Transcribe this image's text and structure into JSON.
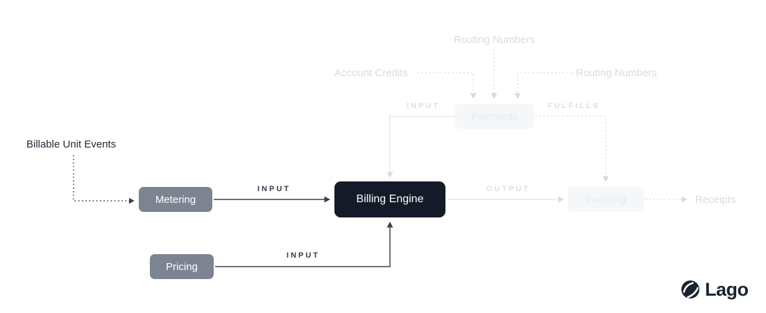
{
  "colors": {
    "node-gray": "#7c8492",
    "node-dark": "#141a28",
    "faded-box-bg": "#f6f7f8",
    "faded-box-text": "#e6e9ed",
    "faded-text": "#d8dbe0",
    "active-line": "#3a404c",
    "faded-line": "#e5e7ea",
    "label-active": "#333a45",
    "label-faded": "#dcdfe4",
    "text-dark": "#222835",
    "page-bg": "#ffffff"
  },
  "diagram": {
    "nodes": {
      "metering": {
        "label": "Metering",
        "state": "active"
      },
      "billing_engine": {
        "label": "Billing Engine",
        "state": "active"
      },
      "pricing": {
        "label": "Pricing",
        "state": "active"
      },
      "payments": {
        "label": "Payments",
        "state": "faded"
      },
      "invoicing": {
        "label": "Invoicing",
        "state": "faded"
      }
    },
    "labels": {
      "billable_unit_events": "Billable Unit Events",
      "routing_numbers_top": "Routing Numbers",
      "account_credits": "Account Credits",
      "routing_numbers_right": "Routing Numbers",
      "receipts": "Receipts",
      "input_metering": "INPUT",
      "input_pricing": "INPUT",
      "input_payments": "INPUT",
      "fulfills": "FULFILLS",
      "output": "OUTPUT"
    },
    "edges": [
      "billable-unit-events -> metering (dotted, active)",
      "metering -> billing-engine (solid, active, INPUT)",
      "pricing -> billing-engine (solid, active, INPUT)",
      "routing-numbers-top -> payments (dotted, faded)",
      "account-credits -> payments (dotted, faded)",
      "routing-numbers-right -> payments (dotted, faded)",
      "payments -> billing-engine (solid, faded, INPUT)",
      "payments -> invoicing (dotted, faded, FULFILLS)",
      "billing-engine -> invoicing (solid, faded, OUTPUT)",
      "invoicing -> receipts (dotted, faded)"
    ]
  },
  "brand": {
    "logo_text": "Lago"
  }
}
